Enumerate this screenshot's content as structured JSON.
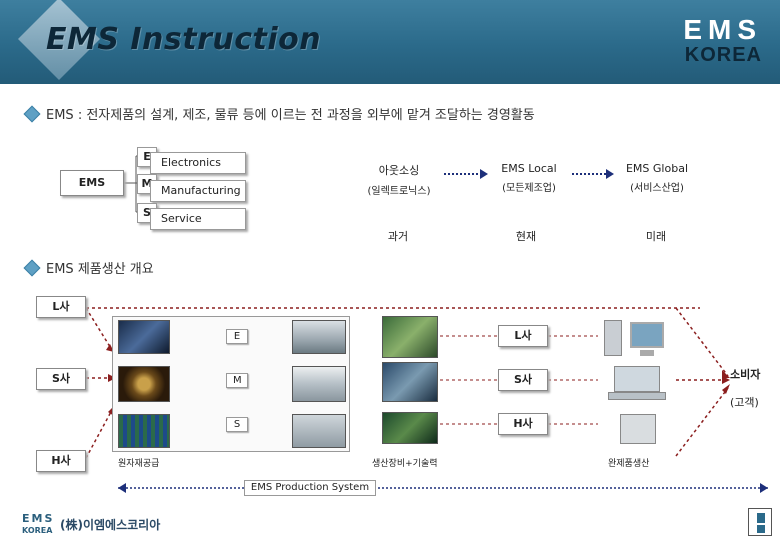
{
  "header": {
    "title": "EMS Instruction",
    "logo_top": "EMS",
    "logo_bottom": "KOREA"
  },
  "definition": {
    "bullet": "EMS : 전자제품의 설계, 제조, 물류 등에 이르는 전 과정을 외부에 맡겨 조달하는 경영활동",
    "ems_label": "EMS",
    "letters": [
      {
        "letter": "E",
        "word": "Electronics"
      },
      {
        "letter": "M",
        "word": "Manufacturing"
      },
      {
        "letter": "S",
        "word": "Service"
      }
    ],
    "stages": [
      {
        "title": "아웃소싱",
        "sub": "(일렉트로닉스)"
      },
      {
        "title": "EMS Local",
        "sub": "(모든제조업)"
      },
      {
        "title": "EMS Global",
        "sub": "(서비스산업)"
      }
    ],
    "eras": [
      "과거",
      "현재",
      "미래"
    ]
  },
  "production": {
    "bullet": "EMS 제품생산 개요",
    "companies_left": [
      "L사",
      "S사",
      "H사"
    ],
    "emsletters": [
      "E",
      "M",
      "S"
    ],
    "companies_right": [
      "L사",
      "S사",
      "H사"
    ],
    "consumer": "소비자",
    "customer": "(고객)",
    "caption_materials": "원자재공급",
    "caption_equipment": "생산장비+기술력",
    "caption_finished": "완제품생산",
    "system_label": "EMS Production System"
  },
  "footer": {
    "logo_top": "EMS",
    "logo_bottom": "KOREA",
    "company": "(株)이엠에스코리아"
  }
}
